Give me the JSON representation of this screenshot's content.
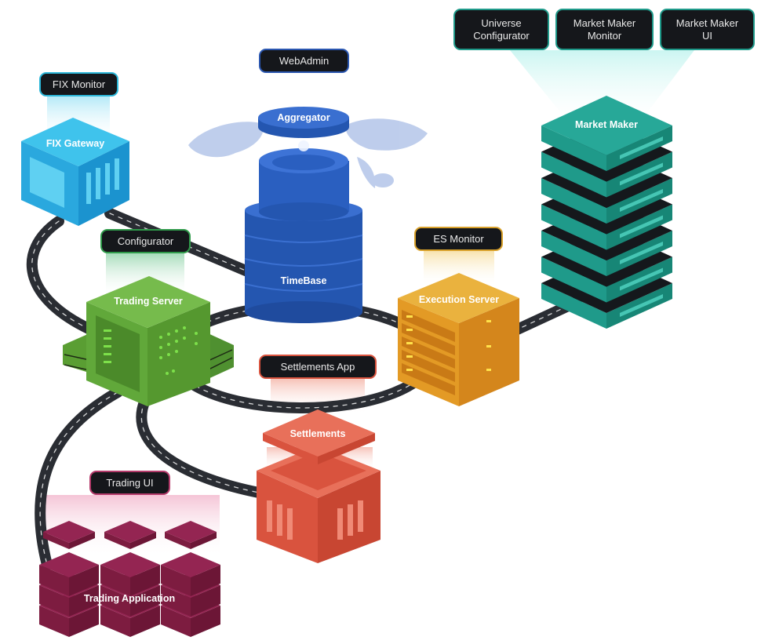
{
  "monitors": {
    "fix_monitor": "FIX Monitor",
    "webadmin": "WebAdmin",
    "configurator": "Configurator",
    "es_monitor": "ES Monitor",
    "settlements_app": "Settlements App",
    "trading_ui": "Trading UI",
    "universe_configurator": "Universe\nConfigurator",
    "market_maker_monitor": "Market Maker\nMonitor",
    "market_maker_ui": "Market Maker\nUI"
  },
  "components": {
    "fix_gateway": "FIX Gateway",
    "aggregator": "Aggregator",
    "timebase": "TimeBase",
    "trading_server": "Trading Server",
    "execution_server": "Execution Server",
    "market_maker": "Market Maker",
    "settlements": "Settlements",
    "trading_application": "Trading Application"
  },
  "colors": {
    "road": "#2a2d33",
    "fix": "#2bb6e0",
    "timebase": "#2a5bb8",
    "trading_server": "#6ab23e",
    "execution_server": "#e3a12a",
    "market_maker": "#1f9a8a",
    "settlements": "#e0604a",
    "trading_app": "#8a2148"
  }
}
